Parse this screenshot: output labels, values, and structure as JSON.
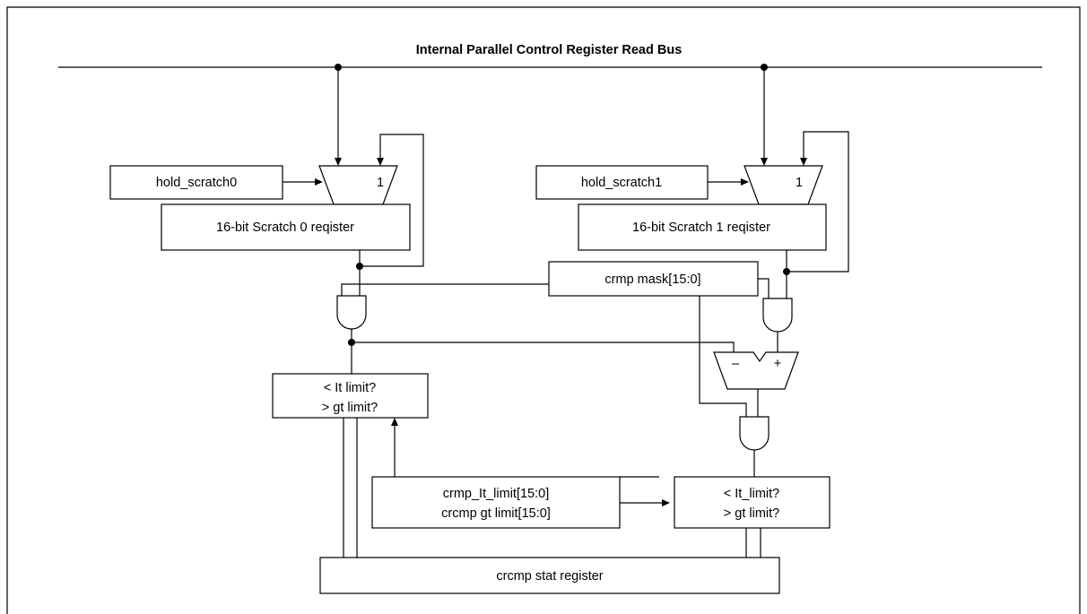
{
  "bus": {
    "title": "Internal Parallel Control Register Read Bus"
  },
  "left": {
    "hold_label": "hold_scratch0",
    "mux_input": "1",
    "register_label": "16-bit Scratch 0 reqister",
    "compare_line1": "< It limit?",
    "compare_line2": "> gt limit?"
  },
  "right": {
    "hold_label": "hold_scratch1",
    "mux_input": "1",
    "register_label": "16-bit Scratch 1 reqister",
    "compare_line1": "< It_limit?",
    "compare_line2": "> gt limit?"
  },
  "mask": {
    "label": "crmp mask[15:0]"
  },
  "subtractor": {
    "minus": "–",
    "plus": "+"
  },
  "limits": {
    "line1": "crmp_It_limit[15:0]",
    "line2": "crcmp gt limit[15:0]"
  },
  "stat": {
    "label": "crcmp stat register"
  }
}
